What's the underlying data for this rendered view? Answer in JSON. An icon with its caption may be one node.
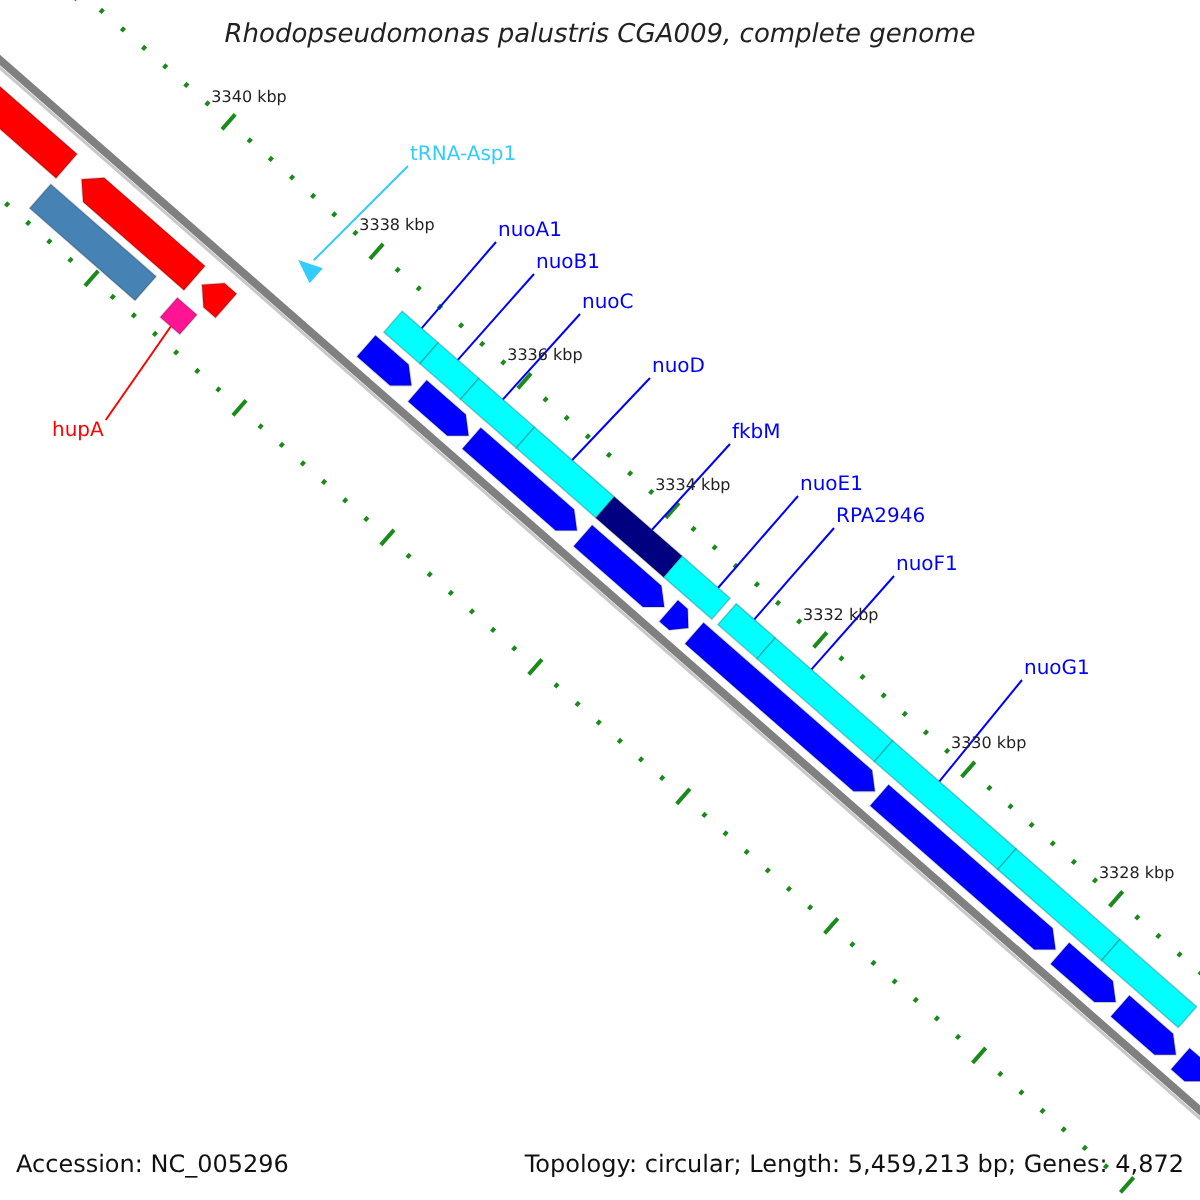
{
  "diagram": {
    "title": "Rhodopseudomonas palustris CGA009, complete genome",
    "nodes": [
      {
        "text": [
          "tRNA-Asp1"
        ]
      },
      {
        "text": [],
        "shape": "triangle"
      },
      {
        "text": [
          "nuoA1"
        ]
      },
      {
        "text": [],
        "shape": "bar"
      },
      {
        "text": [
          "nuoB1"
        ]
      },
      {
        "text": [],
        "shape": "bar"
      },
      {
        "text": [
          "nuoC"
        ]
      },
      {
        "text": [],
        "shape": "bar"
      },
      {
        "text": [
          "nuoD"
        ]
      },
      {
        "text": [],
        "shape": "bar"
      },
      {
        "text": [
          "fkbM"
        ]
      },
      {
        "text": [],
        "shape": "bar"
      },
      {
        "text": [
          "nuoE1"
        ]
      },
      {
        "text": [],
        "shape": "bar"
      },
      {
        "text": [
          "RPA2946"
        ]
      },
      {
        "text": [],
        "shape": "bar"
      },
      {
        "text": [
          "nuoF1"
        ]
      },
      {
        "text": [],
        "shape": "bar"
      },
      {
        "text": [
          "nuoG1"
        ]
      },
      {
        "text": [],
        "shape": "bar"
      },
      {
        "text": [
          "hupA"
        ]
      },
      {
        "text": [],
        "shape": "bar"
      },
      {
        "text": [],
        "shape": "bar"
      },
      {
        "text": [],
        "shape": "bar"
      },
      {
        "text": [],
        "shape": "arrow"
      },
      {
        "text": [],
        "shape": "arrow"
      },
      {
        "text": [],
        "shape": "arrow"
      },
      {
        "text": [],
        "shape": "arrow"
      },
      {
        "text": [],
        "shape": "arrow"
      },
      {
        "text": [],
        "shape": "arrow"
      },
      {
        "text": [],
        "shape": "arrow"
      },
      {
        "text": [],
        "shape": "arrow"
      },
      {
        "text": [],
        "shape": "arrow"
      },
      {
        "text": [],
        "shape": "bar"
      },
      {
        "text": [],
        "shape": "arrow"
      },
      {
        "text": [],
        "shape": "bar"
      },
      {
        "text": [],
        "shape": "arrow"
      },
      {
        "text": [],
        "shape": "arrow"
      }
    ],
    "edges": [
      {
        "from": 0,
        "to": 1,
        "arrow": "none",
        "color": "#33ccff"
      },
      {
        "from": 2,
        "to": 3,
        "arrow": "none"
      },
      {
        "from": 4,
        "to": 5,
        "arrow": "none"
      },
      {
        "from": 6,
        "to": 7,
        "arrow": "none"
      },
      {
        "from": 8,
        "to": 9,
        "arrow": "none"
      },
      {
        "from": 10,
        "to": 11,
        "arrow": "none"
      },
      {
        "from": 12,
        "to": 13,
        "arrow": "none"
      },
      {
        "from": 14,
        "to": 15,
        "arrow": "none"
      },
      {
        "from": 16,
        "to": 17,
        "arrow": "none"
      },
      {
        "from": 18,
        "to": 19,
        "arrow": "none"
      },
      {
        "from": 20,
        "to": 21,
        "arrow": "none",
        "color": "#ff0000"
      }
    ],
    "labels": [
      "3340 kbp",
      "3338 kbp",
      "3336 kbp",
      "3334 kbp",
      "3332 kbp",
      "3330 kbp",
      "3328 kbp",
      "Accession: NC_005296",
      "Topology: circular; Length: 5,459,213 bp; Genes: 4,872"
    ]
  }
}
